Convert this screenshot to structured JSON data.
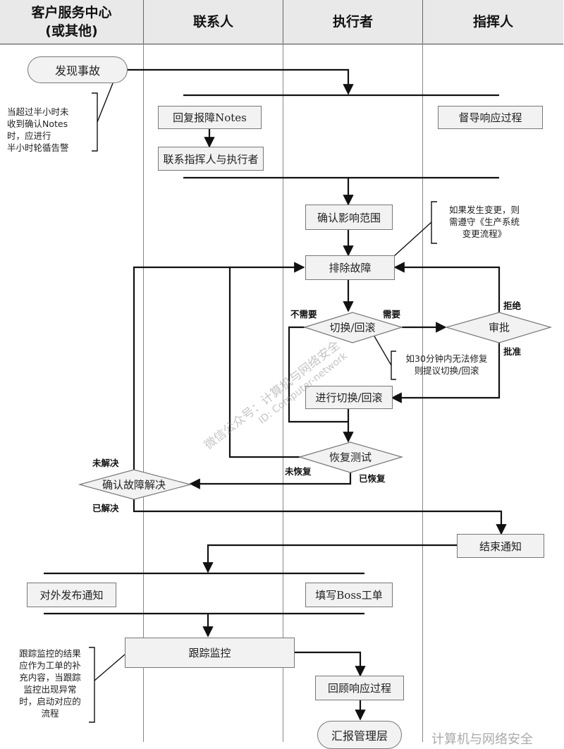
{
  "lanes": [
    {
      "title": "客户服务中心\n(或其他)"
    },
    {
      "title": "联系人"
    },
    {
      "title": "执行者"
    },
    {
      "title": "指挥人"
    }
  ],
  "nodes": {
    "discover": "发现事故",
    "reply_notes": "回复报障Notes",
    "contact_cmd": "联系指挥人与执行者",
    "supervise": "督导响应过程",
    "confirm_scope": "确认影响范围",
    "troubleshoot": "排除故障",
    "switch_decision": "切换/回滚",
    "approve": "审批",
    "do_switch": "进行切换/回滚",
    "recovery_test": "恢复测试",
    "confirm_resolved": "确认故障解决",
    "end_notice": "结束通知",
    "publish_notice": "对外发布通知",
    "boss_ticket": "填写Boss工单",
    "track_monitor": "跟踪监控",
    "review": "回顾响应过程",
    "report_mgmt": "汇报管理层"
  },
  "notes": {
    "half_hour": "当超过半小时未\n收到确认Notes\n时，应进行\n半小时轮循告警",
    "change_flow": "如果发生变更，则\n需遵守《生产系统\n变更流程》",
    "thirty_min": "如30分钟内无法修复\n则提议切换/回滚",
    "tracking": "跟踪监控的结果\n应作为工单的补\n充内容，当跟踪\n监控出现异常\n时，启动对应的\n流程"
  },
  "labels": {
    "no_need": "不需要",
    "need": "需要",
    "reject": "拒绝",
    "approved": "批准",
    "not_recovered": "未恢复",
    "recovered": "已恢复",
    "unresolved": "未解决",
    "resolved": "已解决"
  },
  "watermark": {
    "line1": "微信公众号：计算机与网络安全",
    "line2": "ID: Computer-network",
    "footer": "计算机与网络安全"
  }
}
